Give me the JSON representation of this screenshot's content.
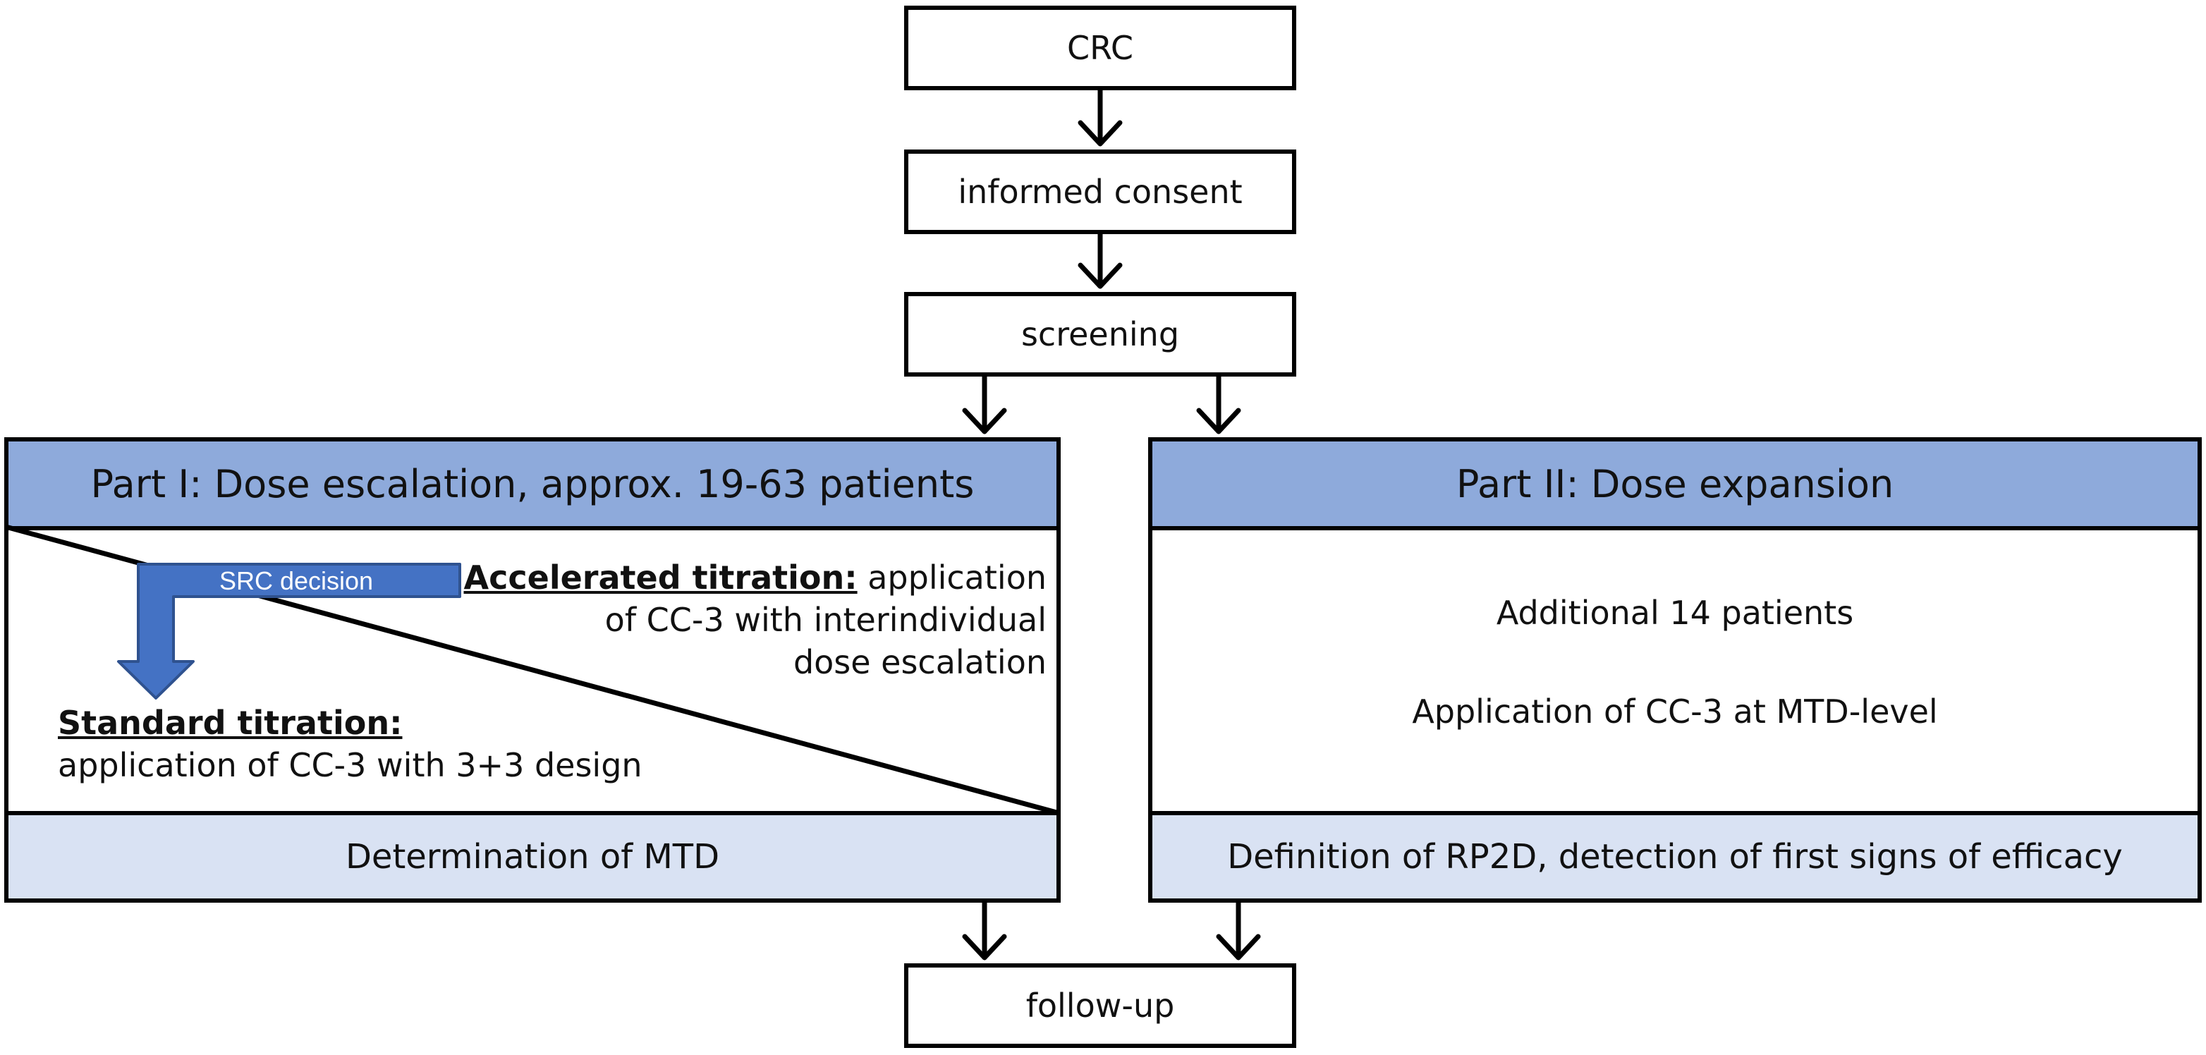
{
  "flow": {
    "crc": "CRC",
    "consent": "informed consent",
    "screening": "screening",
    "followup": "follow-up"
  },
  "part1": {
    "header": "Part I: Dose escalation, approx. 19-63 patients",
    "src_decision": "SRC decision",
    "accelerated_label": "Accelerated titration:",
    "accelerated_line1": " application",
    "accelerated_line2": "of CC-3 with interindividual",
    "accelerated_line3": "dose escalation",
    "standard_label": "Standard titration:",
    "standard_text": "application of CC-3 with 3+3 design",
    "footer": "Determination of MTD"
  },
  "part2": {
    "header": "Part II: Dose expansion",
    "line1": "Additional 14 patients",
    "line2": "Application of CC-3 at MTD-level",
    "footer": "Definition of RP2D, detection of first signs of efficacy"
  },
  "colors": {
    "header_fill": "#8eaadb",
    "footer_fill": "#d9e2f3",
    "src_arrow_fill": "#4472c4"
  }
}
